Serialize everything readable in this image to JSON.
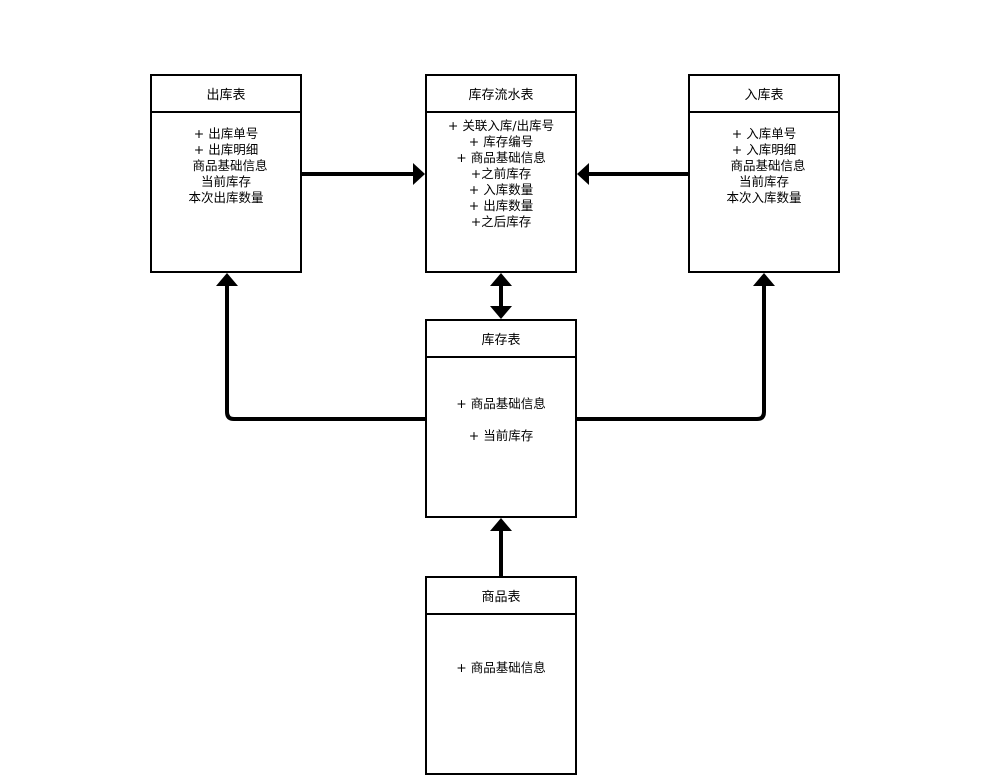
{
  "colors": {
    "stroke": "#000000",
    "background": "#ffffff"
  },
  "tables": {
    "outbound": {
      "title": "出库表",
      "fields": [
        "+ 出库单号",
        "+ 出库明细",
        "  商品基础信息",
        "当前库存",
        "本次出库数量"
      ]
    },
    "flow": {
      "title": "库存流水表",
      "fields": [
        "+ 关联入库/出库号",
        "+ 库存编号",
        "+ 商品基础信息",
        "+之前库存",
        "+ 入库数量",
        "+ 出库数量",
        "+之后库存"
      ]
    },
    "inbound": {
      "title": "入库表",
      "fields": [
        "+ 入库单号",
        "+ 入库明细",
        "  商品基础信息",
        "当前库存",
        "本次入库数量"
      ]
    },
    "stock": {
      "title": "库存表",
      "fields": [
        "+ 商品基础信息",
        "",
        "+ 当前库存"
      ]
    },
    "product": {
      "title": "商品表",
      "fields": [
        "+ 商品基础信息"
      ]
    }
  }
}
